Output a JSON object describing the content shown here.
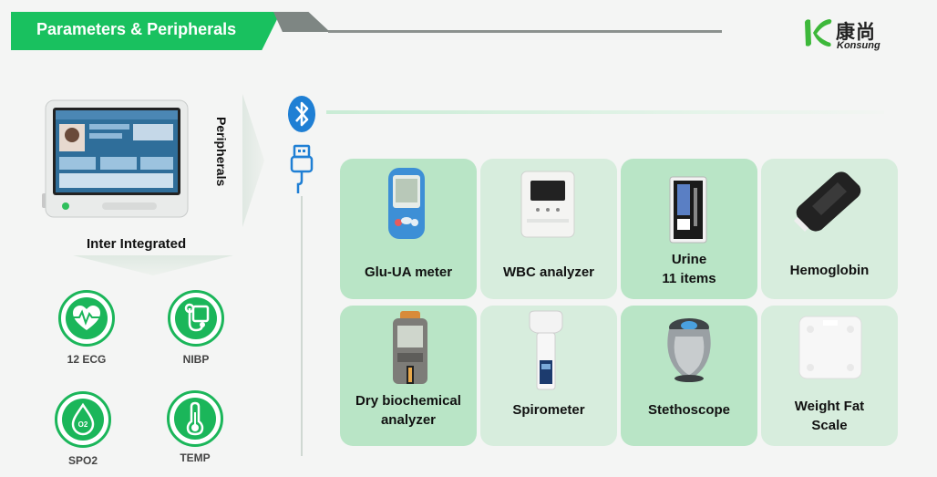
{
  "header": {
    "title": "Parameters & Peripherals"
  },
  "logo": {
    "chinese": "康尚",
    "english": "Konsung"
  },
  "device": {
    "label": "Inter Integrated"
  },
  "parameters": [
    {
      "label": "12 ECG",
      "icon": "ecg-heart-icon"
    },
    {
      "label": "NIBP",
      "icon": "blood-pressure-icon"
    },
    {
      "label": "SPO2",
      "icon": "oxygen-drop-icon"
    },
    {
      "label": "TEMP",
      "icon": "thermometer-icon"
    }
  ],
  "peripherals": {
    "label": "Peripherals",
    "connections": [
      "bluetooth-icon",
      "usb-icon"
    ],
    "items": [
      {
        "label": "Glu-UA meter",
        "image": "glucose-meter-image"
      },
      {
        "label": "WBC analyzer",
        "image": "wbc-analyzer-image"
      },
      {
        "label": "Urine\n11 items",
        "image": "urine-analyzer-image"
      },
      {
        "label": "Hemoglobin",
        "image": "hemoglobin-meter-image"
      },
      {
        "label": "Dry biochemical\nanalyzer",
        "image": "biochemical-analyzer-image"
      },
      {
        "label": "Spirometer",
        "image": "spirometer-image"
      },
      {
        "label": "Stethoscope",
        "image": "stethoscope-image"
      },
      {
        "label": "Weight Fat\nScale",
        "image": "weight-scale-image"
      }
    ]
  },
  "colors": {
    "brand_green": "#19c15f",
    "card_light": "#d7eddd",
    "card_dark": "#b9e5c6",
    "icon_green": "#1bb65a"
  }
}
